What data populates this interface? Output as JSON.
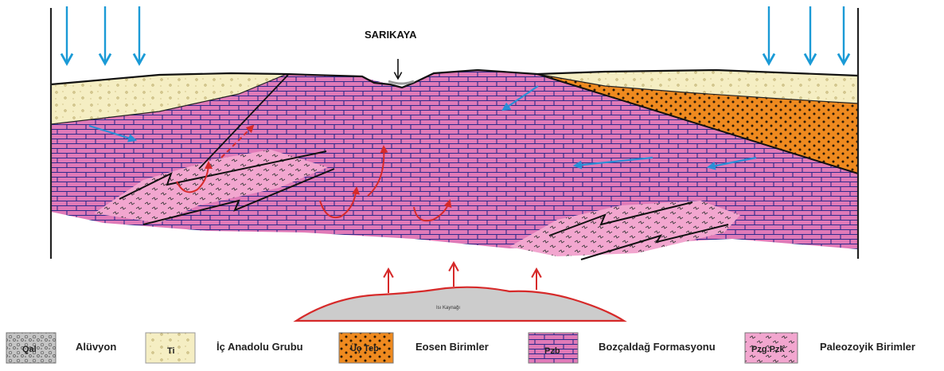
{
  "diagram": {
    "site_label": "SARIKAYA",
    "heat_source_label": "Isı Kaynağı"
  },
  "legend": [
    {
      "code": "Qal",
      "label": "Alüvyon",
      "color": "#bdbdbd"
    },
    {
      "code": "Ti",
      "label": "İç Anadolu Grubu",
      "color": "#f5eec3"
    },
    {
      "code": "Üç Teb",
      "label": "Eosen Birimler",
      "color": "#ef8a1f"
    },
    {
      "code": "Pzb",
      "label": "Bozçaldağ Formasyonu",
      "color": "#e07ab8"
    },
    {
      "code": "Pzg.Pzk",
      "label": "Paleozoyik Birimler",
      "color": "#f2a6cf"
    }
  ],
  "colors": {
    "recharge_arrow": "#1a9ad6",
    "flow_arrow": "#2a8fd6",
    "thermal_arrow": "#d62a2a",
    "heat_source_fill": "#cccccc",
    "heat_source_outline": "#d62a2a",
    "limestone_line": "#2e2a8a"
  }
}
